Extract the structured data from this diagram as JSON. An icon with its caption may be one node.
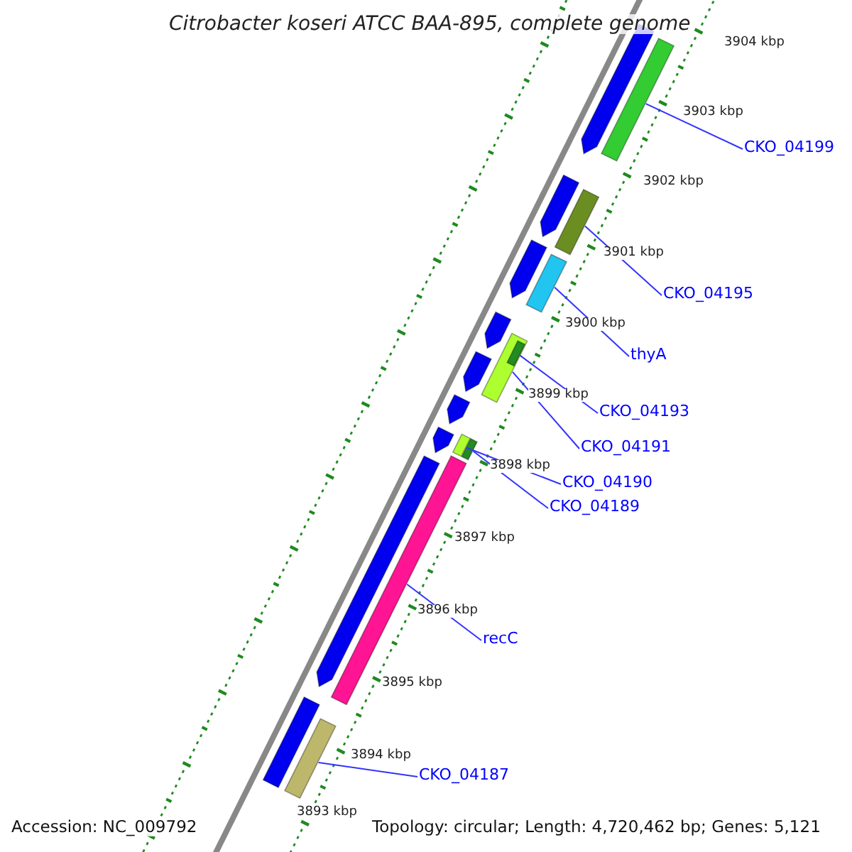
{
  "diagram": {
    "title": "Citrobacter koseri ATCC BAA-895, complete genome",
    "nodes": [
      {
        "text": [
          "CKO_04199"
        ]
      },
      {
        "text": [
          "CKO_04195"
        ]
      },
      {
        "text": [
          "thyA"
        ]
      },
      {
        "text": [
          "CKO_04193"
        ]
      },
      {
        "text": [
          "CKO_04191"
        ]
      },
      {
        "text": [
          "CKO_04190"
        ]
      },
      {
        "text": [
          "CKO_04189"
        ]
      },
      {
        "text": [
          "recC"
        ]
      },
      {
        "text": [
          "CKO_04187"
        ]
      },
      {
        "text": [],
        "shape": "bar"
      },
      {
        "text": [],
        "shape": "bar"
      },
      {
        "text": [],
        "shape": "bar"
      },
      {
        "text": [],
        "shape": "bar",
        "in": 13
      },
      {
        "text": [],
        "shape": "bar"
      },
      {
        "text": [],
        "shape": "bar"
      },
      {
        "text": [],
        "shape": "bar"
      },
      {
        "text": [],
        "shape": "bar"
      },
      {
        "text": [],
        "shape": "bar"
      },
      {
        "text": [],
        "shape": "bar"
      },
      {
        "text": [],
        "shape": "bar"
      },
      {
        "text": [],
        "shape": "bar"
      },
      {
        "text": [],
        "shape": "bar"
      },
      {
        "text": [],
        "shape": "bar"
      },
      {
        "text": [],
        "shape": "bar"
      },
      {
        "text": [],
        "shape": "bar"
      },
      {
        "text": [],
        "shape": "bar"
      },
      {
        "text": [],
        "shape": "bar"
      }
    ],
    "edges": [
      {
        "from": 0,
        "to": 9,
        "arrow": "none"
      },
      {
        "from": 1,
        "to": 10,
        "arrow": "none"
      },
      {
        "from": 2,
        "to": 11,
        "arrow": "none"
      },
      {
        "from": 3,
        "to": 12,
        "arrow": "none"
      },
      {
        "from": 4,
        "to": 13,
        "arrow": "none"
      },
      {
        "from": 5,
        "to": 14,
        "arrow": "none"
      },
      {
        "from": 6,
        "to": 15,
        "arrow": "none"
      },
      {
        "from": 7,
        "to": 16,
        "arrow": "none"
      },
      {
        "from": 8,
        "to": 17,
        "arrow": "none"
      }
    ],
    "labels": [
      "3904 kbp",
      "3903 kbp",
      "3902 kbp",
      "3901 kbp",
      "3900 kbp",
      "3899 kbp",
      "3898 kbp",
      "3897 kbp",
      "3896 kbp",
      "3895 kbp",
      "3894 kbp",
      "3893 kbp",
      "Accession: NC_009792",
      "Topology: circular; Length: 4,720,462 bp; Genes: 5,121"
    ]
  }
}
